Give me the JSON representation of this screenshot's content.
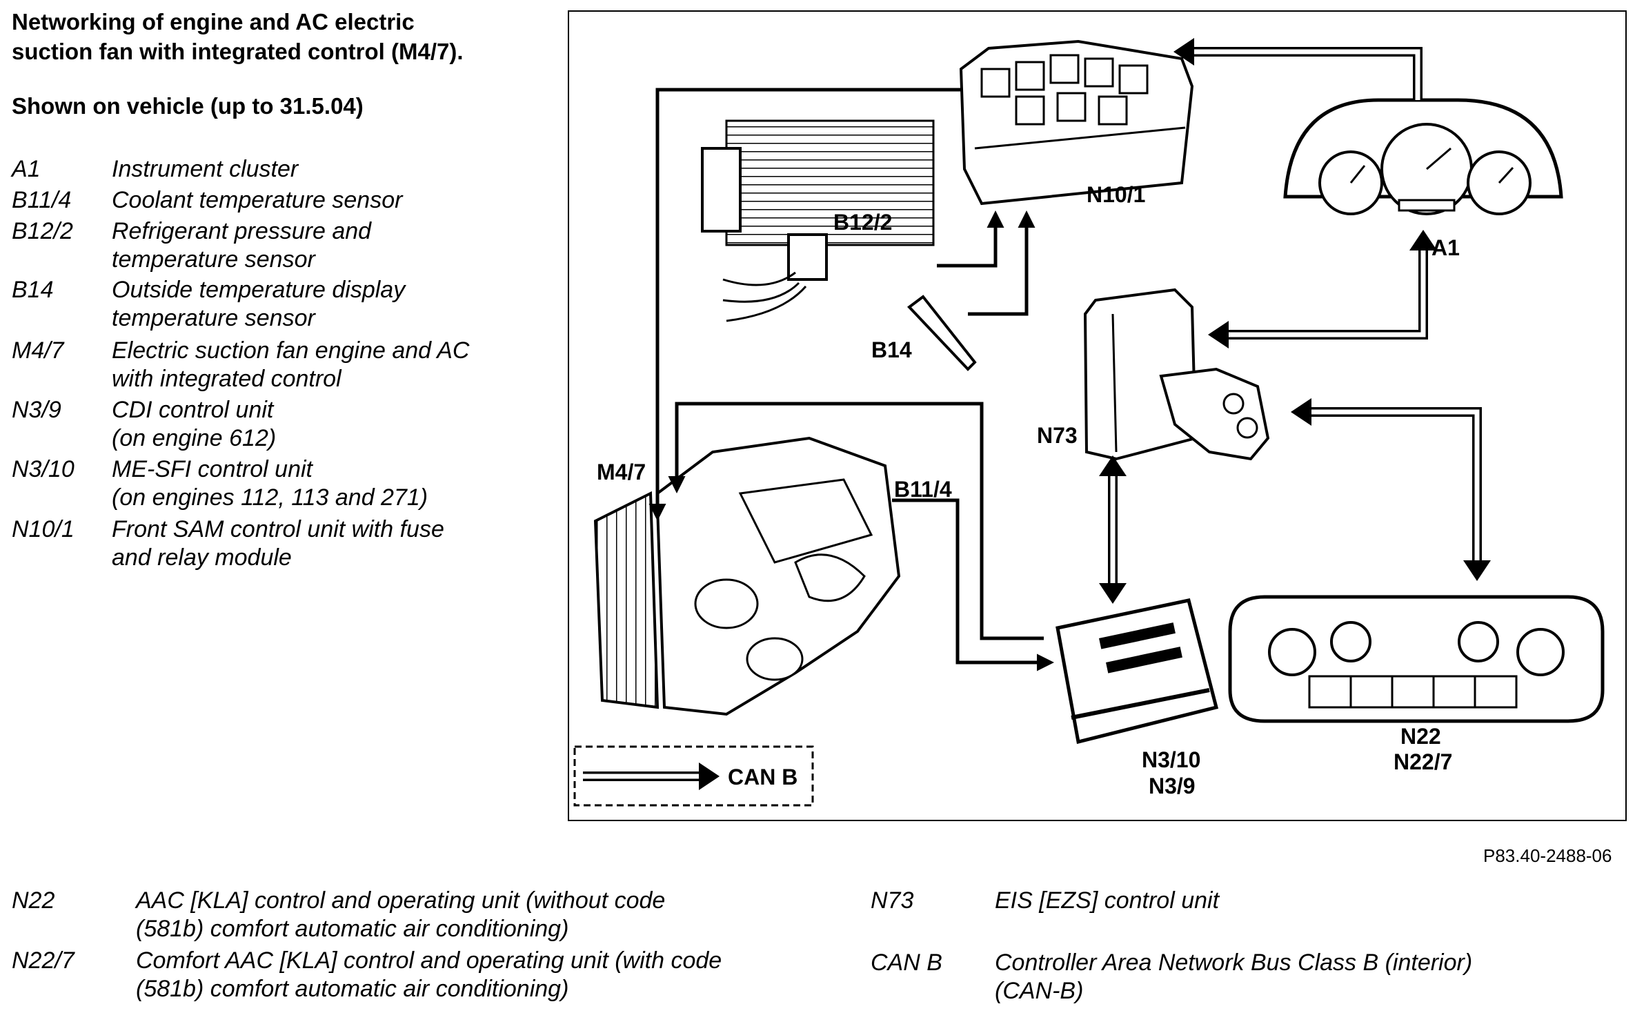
{
  "title_line1": "Networking of engine and AC electric",
  "title_line2": "suction fan with integrated control (M4/7).",
  "subtitle": "Shown on vehicle (up to 31.5.04)",
  "legend_top": [
    {
      "code": "A1",
      "desc": "Instrument cluster"
    },
    {
      "code": "B11/4",
      "desc": "Coolant temperature sensor"
    },
    {
      "code": "B12/2",
      "desc": "Refrigerant pressure and\ntemperature sensor"
    },
    {
      "code": "B14",
      "desc": "Outside temperature display\ntemperature sensor"
    },
    {
      "code": "M4/7",
      "desc": "Electric suction fan engine and AC\nwith integrated control"
    },
    {
      "code": "N3/9",
      "desc": "CDI control unit\n(on engine 612)"
    },
    {
      "code": "N3/10",
      "desc": "ME-SFI control unit\n(on engines 112, 113 and 271)"
    },
    {
      "code": "N10/1",
      "desc": "Front SAM control unit with fuse\nand relay module"
    }
  ],
  "legend_bottom": [
    {
      "code": "N22",
      "desc": "AAC [KLA] control and operating unit (without code\n(581b) comfort automatic air conditioning)"
    },
    {
      "code": "N22/7",
      "desc": "Comfort AAC [KLA] control and operating unit (with code\n(581b) comfort automatic air conditioning)"
    },
    {
      "code": "N73",
      "desc": "EIS [EZS] control unit"
    },
    {
      "code": "CAN B",
      "desc": "Controller Area Network Bus Class B (interior)\n(CAN-B)"
    }
  ],
  "diagram_labels": {
    "n10_1": "N10/1",
    "a1": "A1",
    "b12_2": "B12/2",
    "b14": "B14",
    "n73": "N73",
    "m4_7": "M4/7",
    "b11_4": "B11/4",
    "n3_10": "N3/10",
    "n3_9": "N3/9",
    "n22": "N22",
    "n22_7": "N22/7",
    "can_b": "CAN B"
  },
  "figure_id": "P83.40-2488-06"
}
